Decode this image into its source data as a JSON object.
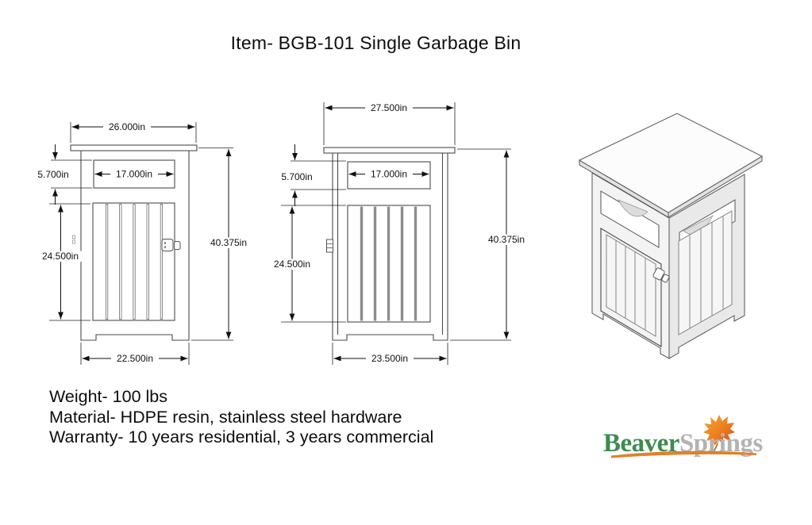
{
  "title": "Item- BGB-101 Single Garbage Bin",
  "front_view": {
    "top_width": "26.000in",
    "opening_width": "17.000in",
    "opening_height": "5.700in",
    "door_height": "24.500in",
    "total_height": "40.375in",
    "base_width": "22.500in"
  },
  "side_view": {
    "top_width": "27.500in",
    "opening_width": "17.000in",
    "opening_height": "5.700in",
    "panel_height": "24.500in",
    "total_height": "40.375in",
    "base_width": "23.500in"
  },
  "specs": {
    "weight": "Weight- 100 lbs",
    "material": "Material- HDPE resin, stainless steel hardware",
    "warranty": "Warranty- 10 years residential, 3 years commercial"
  },
  "logo": {
    "name_part1": "Beaver",
    "name_part2": "Springs",
    "part1_color": "#3e8b4f",
    "part2_color": "#b3b3b3",
    "accent_color": "#e2802a",
    "leaf_icon": "maple-leaf"
  }
}
